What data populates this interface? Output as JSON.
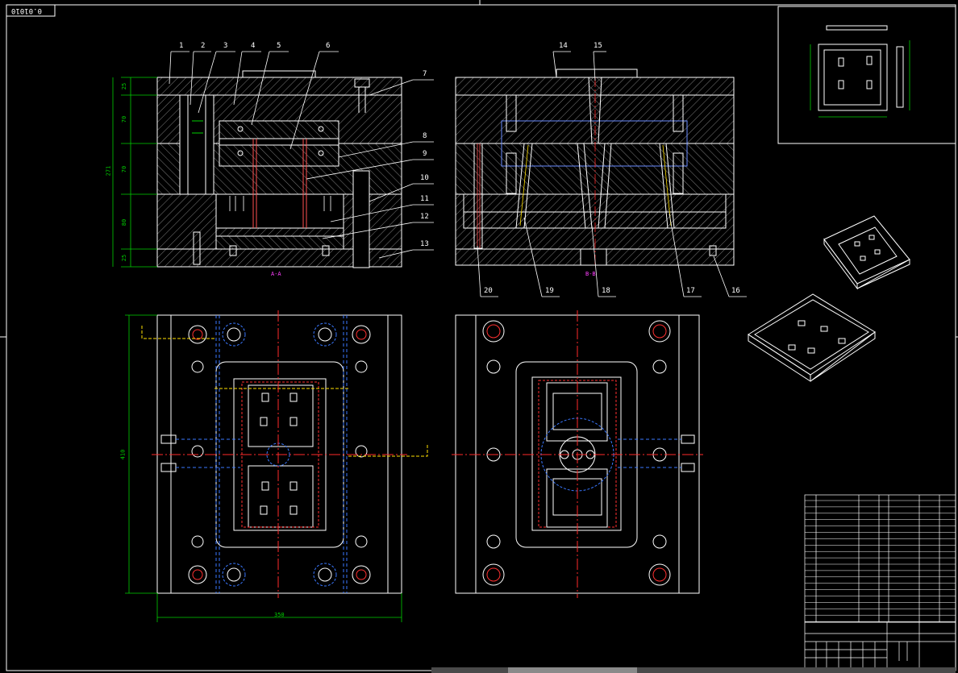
{
  "drawing": {
    "corner_tag": "0.01010",
    "section_a_label": "A-A",
    "section_b_label": "B-B",
    "part_numbers": [
      "1",
      "2",
      "3",
      "4",
      "5",
      "6",
      "7",
      "8",
      "9",
      "10",
      "11",
      "12",
      "13",
      "14",
      "15",
      "16",
      "17",
      "18",
      "19",
      "20"
    ],
    "dims_left": [
      "25",
      "70",
      "70",
      "80",
      "25"
    ],
    "dim_total_height": "271",
    "dim_width_bottom": "350",
    "dim_height_plan": "410"
  },
  "colors": {
    "background": "#000000",
    "line": "#ffffff",
    "hatch": "#9a9a9a",
    "centerline": "#ff2a2a",
    "dimension": "#00d000",
    "hidden": "#3a78ff",
    "accent_yellow": "#ffe000",
    "accent_magenta": "#ff40ff",
    "accent_orange": "#ff9a00"
  }
}
